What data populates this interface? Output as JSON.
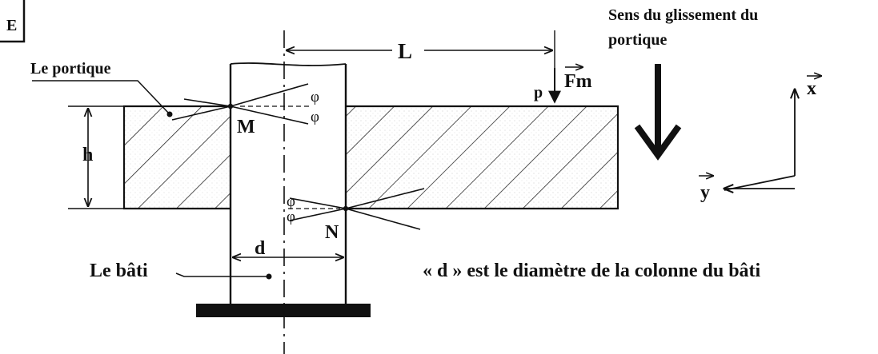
{
  "diagram": {
    "corner_fragment": "E",
    "labels": {
      "portique": "Le portique",
      "bati": "Le bâti",
      "h": "h",
      "d": "d",
      "L": "L",
      "p": "p",
      "M": "M",
      "N": "N",
      "force": "Fm",
      "sliding_line1": "Sens du glissement du",
      "sliding_line2": "portique",
      "axis_x": "x",
      "axis_y": "y",
      "phi": "φ",
      "note": "« d » est le diamètre de la colonne du bâti"
    }
  }
}
